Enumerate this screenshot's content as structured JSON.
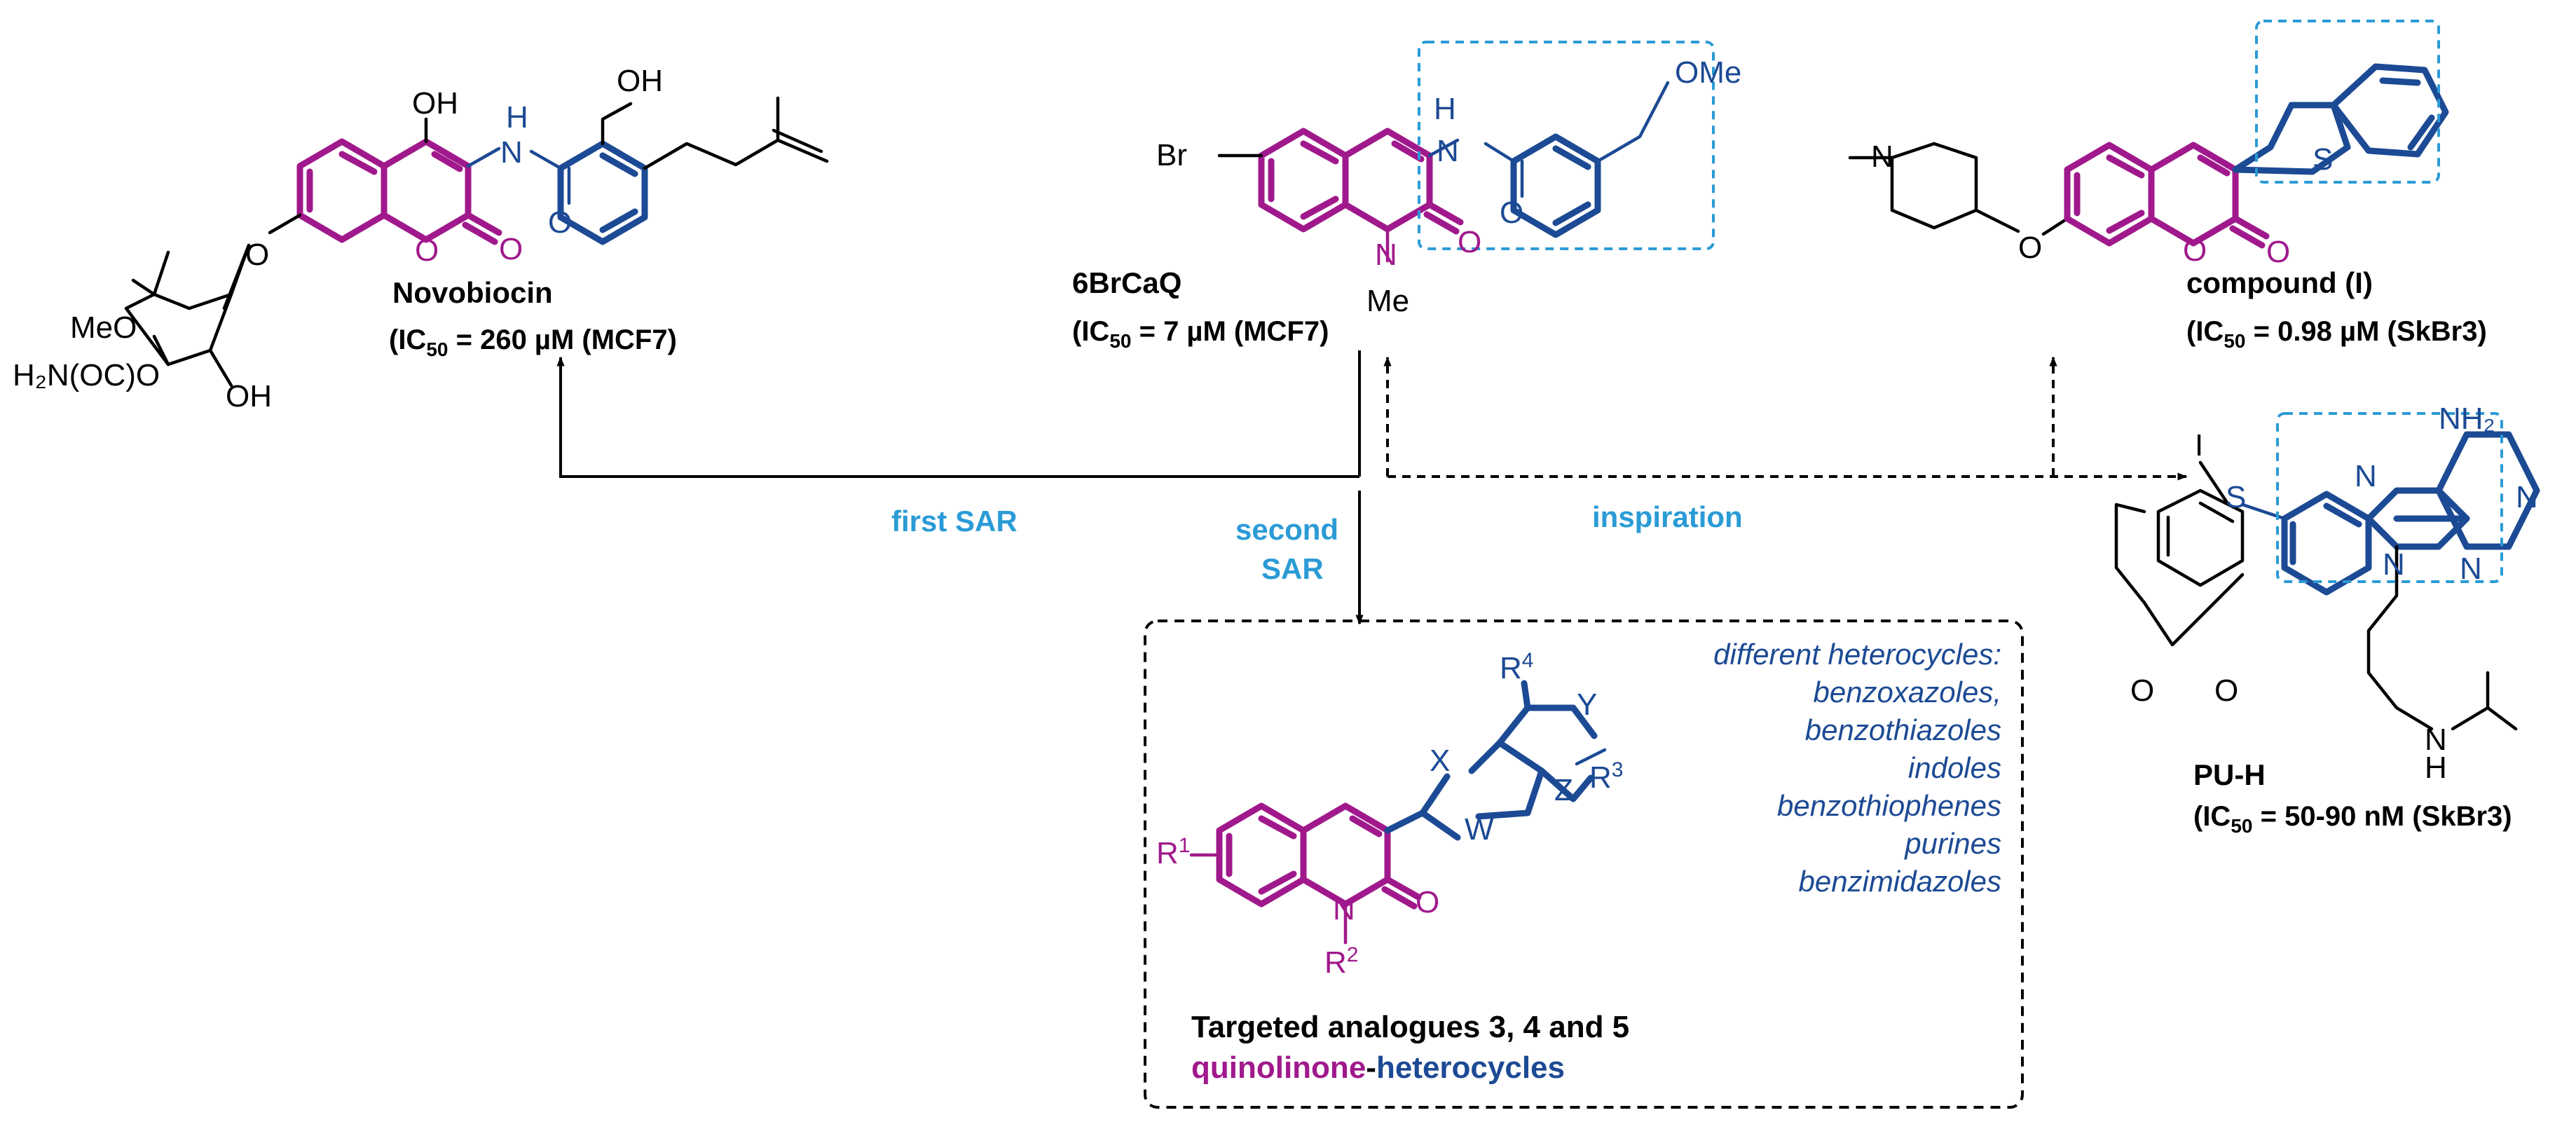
{
  "compounds": {
    "novobiocin": {
      "name": "Novobiocin",
      "ic50_prefix": "(IC",
      "ic50_sub": "50",
      "ic50_value": " = 260 µM (MCF7)"
    },
    "brcaq": {
      "name": "6BrCaQ",
      "ic50_prefix": "(IC",
      "ic50_sub": "50",
      "ic50_value": " = 7 µM (MCF7)"
    },
    "compound_i": {
      "name": "compound (I)",
      "ic50_prefix": "(IC",
      "ic50_sub": "50",
      "ic50_value": " = 0.98 µM (SkBr3)"
    },
    "puh": {
      "name": "PU-H",
      "ic50_prefix": "(IC",
      "ic50_sub": "50",
      "ic50_value": " = 50-90 nM (SkBr3)"
    }
  },
  "atoms": {
    "novobiocin": {
      "oh_top": "OH",
      "oh_phenol": "OH",
      "nh": "H",
      "n": "N",
      "o_amide": "O",
      "o_ring": "O",
      "o_carbonyl": "O",
      "o_glyc": "O",
      "meo": "MeO",
      "carbamate": "H₂N(OC)O",
      "o_sugar": "O",
      "oh_sugar": "OH"
    },
    "brcaq": {
      "br": "Br",
      "ome": "OMe",
      "nh": "H",
      "n_amide": "N",
      "o_amide": "O",
      "n_ring": "N",
      "o_carbonyl": "O",
      "me": "Me"
    },
    "compound_i": {
      "n": "N",
      "o_ether": "O",
      "o_ring": "O",
      "o_carbonyl": "O",
      "s": "S"
    },
    "puh": {
      "nh2": "NH₂",
      "i": "I",
      "s": "S",
      "n1": "N",
      "n2": "N",
      "n3": "N",
      "n4": "N",
      "o1": "O",
      "o2": "O",
      "nh": "N",
      "h": "H"
    },
    "target": {
      "r1": "R",
      "r1_sup": "1",
      "r2": "R",
      "r2_sup": "2",
      "r3": "R",
      "r3_sup": "3",
      "r4": "R",
      "r4_sup": "4",
      "x": "X",
      "w": "W",
      "y": "Y",
      "z": "Z",
      "n": "N",
      "o": "O"
    }
  },
  "arrows": {
    "first_sar": "first SAR",
    "second_sar_line1": "second",
    "second_sar_line2": "SAR",
    "inspiration": "inspiration"
  },
  "heterocycles": {
    "title": "different heterocycles:",
    "items": [
      "benzoxazoles,",
      "benzothiazoles",
      "indoles",
      "benzothiophenes",
      "purines",
      "benzimidazoles"
    ]
  },
  "target_box": {
    "title": "Targeted analogues 3, 4 and 5",
    "part1": "quinolinone",
    "sep": "-",
    "part2": "heterocycles"
  },
  "colors": {
    "scaffold_magenta": "#a0198c",
    "heterocycle_blue": "#1c4a94",
    "highlight_cyan": "#2b9bd6",
    "text_black": "#000000"
  }
}
